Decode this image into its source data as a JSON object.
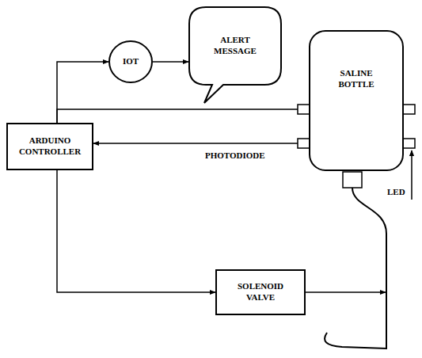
{
  "diagram": {
    "nodes": [
      {
        "text": [
          "IOT"
        ]
      },
      {
        "text": [
          "ALERT MESSAGE"
        ]
      },
      {
        "text": [
          "SALINE BOTTLE"
        ]
      },
      {
        "text": [
          "ARDUINO CONTROLLER"
        ]
      },
      {
        "text": [
          "SOLENOID VALVE"
        ]
      }
    ],
    "edges": [
      {
        "from": 3,
        "to": 0,
        "arrow": "to"
      },
      {
        "from": 0,
        "to": 1,
        "arrow": "to"
      },
      {
        "from": 3,
        "to": 2,
        "arrow": "none"
      },
      {
        "from": 2,
        "to": 3,
        "arrow": "to"
      },
      {
        "from": 3,
        "to": 4,
        "arrow": "to"
      }
    ],
    "labels": [
      "PHOTODIODE",
      "LED"
    ]
  }
}
